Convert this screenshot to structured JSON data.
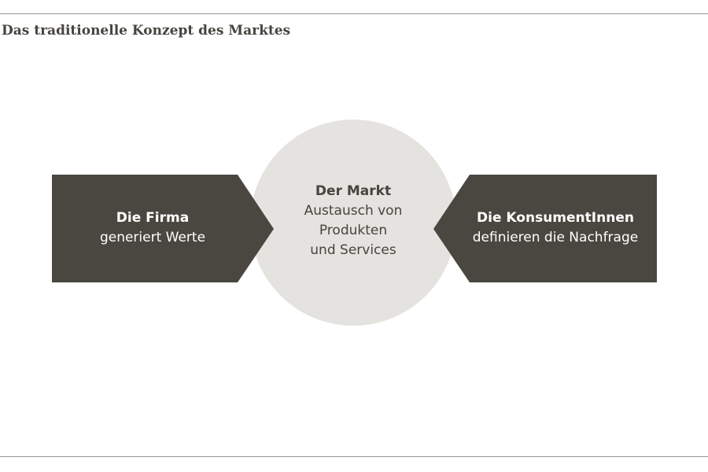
{
  "title": "Das traditionelle Konzept des Marktes",
  "colors": {
    "dark_shape": "#4a4741",
    "circle": "#e5e3df",
    "rule": "#9a9893",
    "title_text": "#47443f"
  },
  "diagram": {
    "firma": {
      "heading": "Die Firma",
      "line1": "generiert Werte"
    },
    "markt": {
      "heading": "Der Markt",
      "line1": "Austausch von",
      "line2": "Produkten",
      "line3": "und Services"
    },
    "konsumenten": {
      "heading": "Die KonsumentInnen",
      "line1": "definieren die Nachfrage"
    }
  }
}
